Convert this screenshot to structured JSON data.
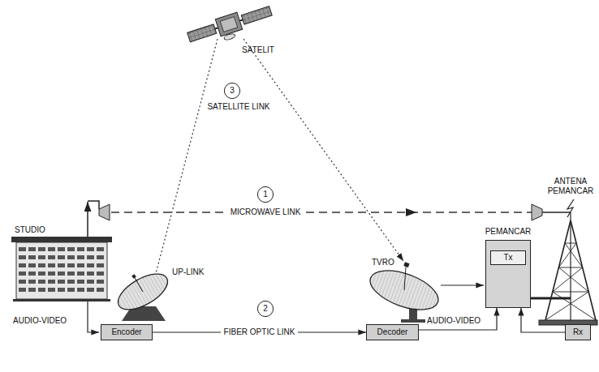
{
  "diagram": {
    "nodes": [
      {
        "text": [
          "3"
        ]
      },
      {
        "text": [
          "1"
        ]
      },
      {
        "text": [
          "PEMANCAR"
        ]
      },
      {
        "text": [
          "Tx"
        ],
        "in": 2
      },
      {
        "text": [
          "2"
        ]
      },
      {
        "text": [
          "Encoder"
        ]
      },
      {
        "text": [
          "Decoder"
        ]
      },
      {
        "text": [
          "Rx"
        ]
      }
    ],
    "edges": [
      {
        "from": 5,
        "to": 6,
        "label": "FIBER OPTIC LINK",
        "arrow": "to"
      },
      {
        "from": 6,
        "to": 2,
        "arrow": "to"
      },
      {
        "from": 7,
        "to": 2,
        "arrow": "to"
      }
    ],
    "labels": [
      "SATELIT",
      "SATELLITE LINK",
      "MICROWAVE LINK",
      "ANTENA PEMANCAR",
      "STUDIO",
      "UP-LINK",
      "TVRO",
      "AUDIO-VIDEO",
      "AUDIO-VIDEO"
    ]
  }
}
